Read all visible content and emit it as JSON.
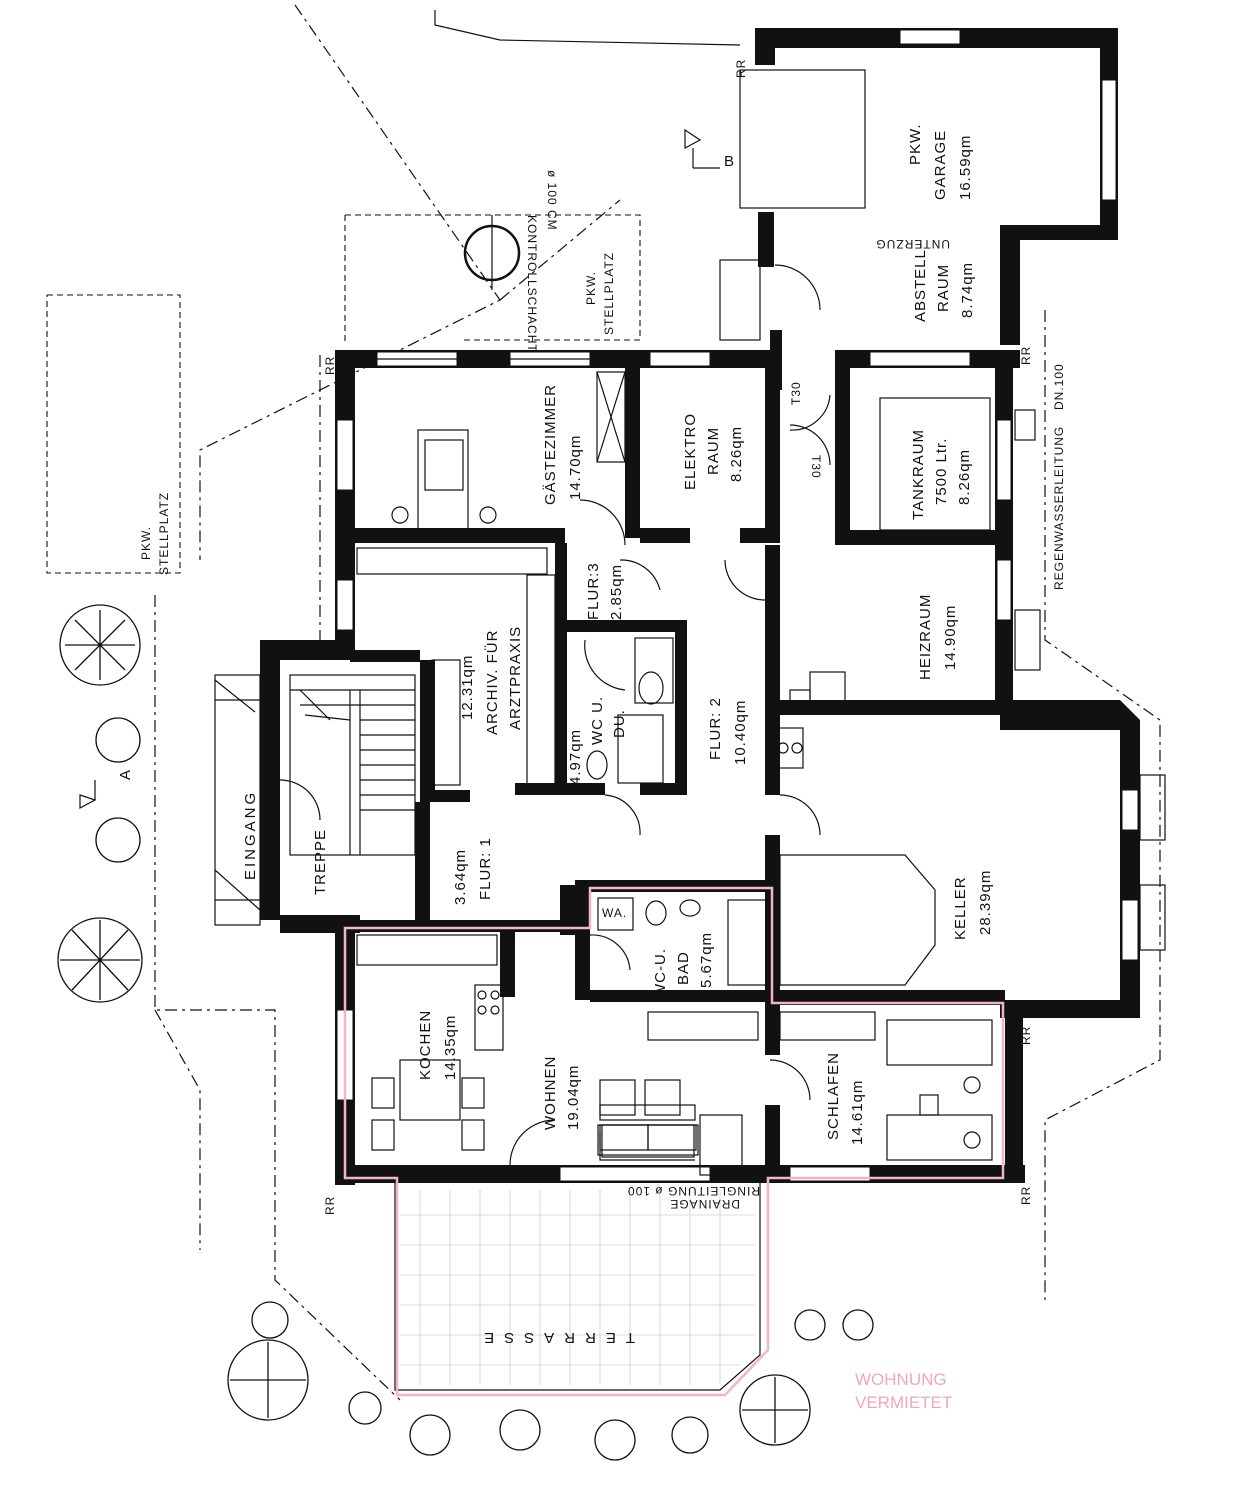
{
  "rooms": {
    "garage": {
      "name_line1": "PKW.",
      "name_line2": "GARAGE",
      "area": "16.59qm"
    },
    "abstellraum": {
      "name_line1": "ABSTELL-",
      "name_line2": "RAUM",
      "area": "8.74qm"
    },
    "gaestezimmer": {
      "name": "GÄSTEZIMMER",
      "area": "14.70qm"
    },
    "elektro": {
      "name_line1": "ELEKTRO",
      "name_line2": "RAUM",
      "area": "8.26qm"
    },
    "tankraum": {
      "name": "TANKRAUM",
      "capacity": "7500 Ltr.",
      "area": "8.26qm"
    },
    "flur3": {
      "name": "FLUR:3",
      "area": "2.85qm"
    },
    "archiv": {
      "name_line1": "ARCHIV. FÜR",
      "name_line2": "ARZTPRAXIS",
      "area": "12.31qm"
    },
    "wcdu": {
      "name_line1": "WC U.",
      "name_line2": "DU.",
      "area": "4.97qm"
    },
    "flur2": {
      "name": "FLUR: 2",
      "area": "10.40qm"
    },
    "heizraum": {
      "name": "HEIZRAUM",
      "area": "14.90qm"
    },
    "treppe": {
      "name": "TREPPE"
    },
    "flur1": {
      "name": "FLUR: 1",
      "area": "3.64qm"
    },
    "keller": {
      "name": "KELLER",
      "area": "28.39qm"
    },
    "wcbad": {
      "name_line1": "WC-U.",
      "name_line2": "BAD",
      "area": "5.67qm",
      "wa": "WA."
    },
    "kochen": {
      "name": "KOCHEN",
      "area": "14.35qm"
    },
    "wohnen": {
      "name": "WOHNEN",
      "area": "19.04qm"
    },
    "schlafen": {
      "name": "SCHLAFEN",
      "area": "14.61qm"
    },
    "terrasse": {
      "name": "TERRASSE"
    }
  },
  "annotations": {
    "kontrollschacht": "KONTROLLSCHACHT",
    "kontrollschacht_size": "ø 100 CM",
    "stellplatz1_line1": "PKW.",
    "stellplatz1_line2": "STELLPLATZ",
    "stellplatz2_line1": "PKW.",
    "stellplatz2_line2": "STELLPLATZ",
    "eingang": "EINGANG",
    "unterzug": "UNTERZUG",
    "regenwasser": "REGENWASSERLEITUNG",
    "regenwasser_dn": "DN.100",
    "drainage": "DRAINAGE",
    "ringleitung": "RINGLEITUNG ø 100",
    "t30": "T30",
    "rr": "RR",
    "section_a": "A",
    "section_b": "B",
    "wohnung_line1": "WOHNUNG",
    "wohnung_line2": "VERMIETET"
  },
  "colors": {
    "line": "#111111",
    "highlight": "#f0b5c8"
  }
}
